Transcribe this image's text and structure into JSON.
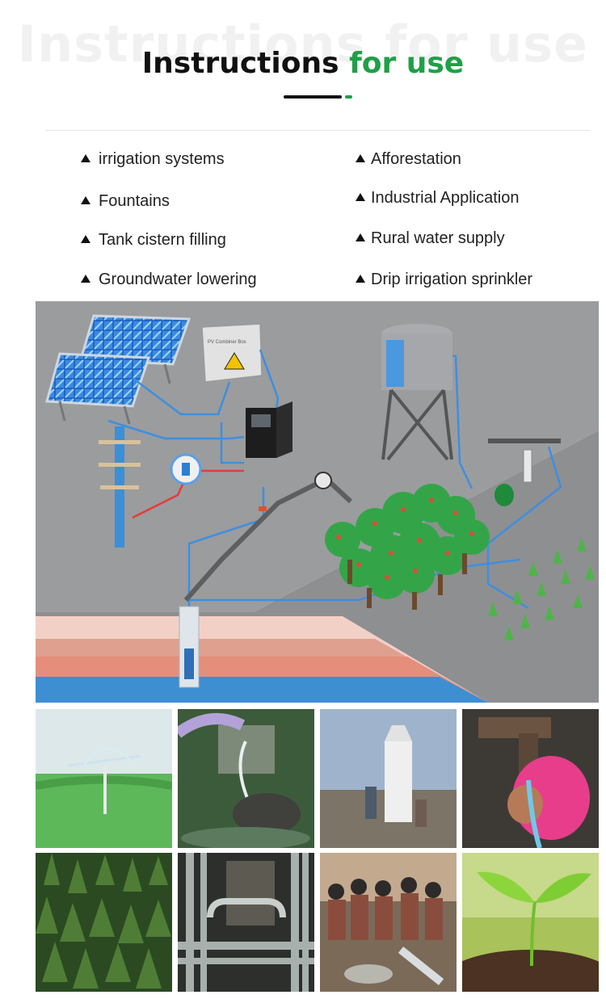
{
  "header": {
    "watermark": "Instructions for use",
    "title_main": "Instructions",
    "title_accent": "for use",
    "accent_color": "#1fa046"
  },
  "applications": [
    "irrigation systems",
    "Afforestation",
    "Fountains",
    "Industrial Application",
    "Tank cistern filling",
    "Rural water supply",
    "Groundwater lowering",
    "Drip irrigation sprinkler"
  ],
  "diagram": {
    "combiner_label": "PV Combiner Box"
  },
  "photos": [
    {
      "subject": "sprinkler irrigation field"
    },
    {
      "subject": "garden fountain"
    },
    {
      "subject": "industrial tower workers"
    },
    {
      "subject": "child drinking from tap"
    },
    {
      "subject": "pine forest"
    },
    {
      "subject": "industrial pipes"
    },
    {
      "subject": "rural water supply crowd"
    },
    {
      "subject": "seedling sprout"
    }
  ]
}
